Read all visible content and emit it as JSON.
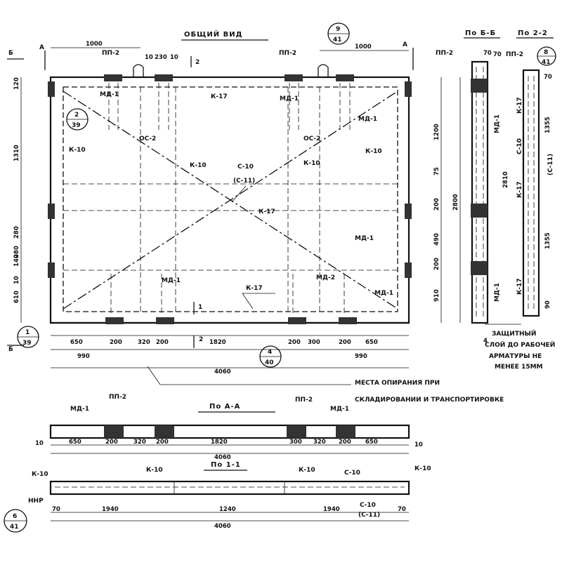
{
  "views": {
    "general_title": "ОБЩИЙ ВИД",
    "section_b_title": "По Б-Б",
    "section_22_title": "По 2-2",
    "section_aa_title": "По А-А",
    "section_11_title": "По 1-1"
  },
  "callouts": {
    "c_2_39": {
      "top": "2",
      "bottom": "39"
    },
    "c_9_41": {
      "top": "9",
      "bottom": "41"
    },
    "c_8_41": {
      "top": "8",
      "bottom": "41"
    },
    "c_1_39": {
      "top": "1",
      "bottom": "39"
    },
    "c_4_40": {
      "top": "4",
      "bottom": "40"
    },
    "c_6_41": {
      "top": "6",
      "bottom": "41"
    }
  },
  "cut_marks": {
    "a": "А",
    "b": "Б",
    "two": "2",
    "one": "1"
  },
  "labels": {
    "pp2": "ПП-2",
    "md1": "МД-1",
    "k17": "К-17",
    "k10": "К-10",
    "oc2": "ОС-2",
    "c10": "С-10",
    "c11": "(С-11)",
    "md2": "МД-2",
    "k10b": "К-10",
    "c10b": "С-10",
    "c11b": "(С-11)",
    "nnp": "ННР",
    "i1": "1"
  },
  "dims_top": {
    "left": "1000",
    "right": "1000",
    "small_10a": "10",
    "small_230": "230",
    "small_10b": "10"
  },
  "dims_right_main": [
    "1200",
    "75",
    "200",
    "490",
    "200",
    "910"
  ],
  "dim_total_height": "2800",
  "dims_left": [
    "120",
    "1310",
    "280",
    "280",
    "140",
    "10",
    "610"
  ],
  "dims_bottom_row1": [
    "650",
    "200",
    "320",
    "200",
    "1820",
    "200",
    "300",
    "200",
    "650"
  ],
  "dims_bottom_row2": [
    "990",
    "990"
  ],
  "dim_total_length": "4060",
  "note_support": [
    "МЕСТА ОПИРАНИЯ ПРИ",
    "СКЛАДИРОВАНИИ И ТРАНСПОРТИРОВКЕ"
  ],
  "note_cover": [
    "ЗАЩИТНЫЙ",
    "СЛОЙ ДО РАБОЧЕЙ",
    "АРМАТУРЫ НЕ",
    "МЕНЕЕ 15ММ"
  ],
  "section_b_dims": [
    "70",
    "70"
  ],
  "section_22_dims": [
    "1355",
    "2810",
    "1355",
    "90",
    "4",
    "70"
  ],
  "aa_dims": [
    "650",
    "200",
    "320",
    "200",
    "1820",
    "300",
    "320",
    "200",
    "650"
  ],
  "aa_total": "4060",
  "aa_side": [
    "10",
    "10"
  ],
  "s11_dims": [
    "1940",
    "1240",
    "1940"
  ],
  "s11_total": "4060",
  "s11_side": [
    "70",
    "70"
  ]
}
